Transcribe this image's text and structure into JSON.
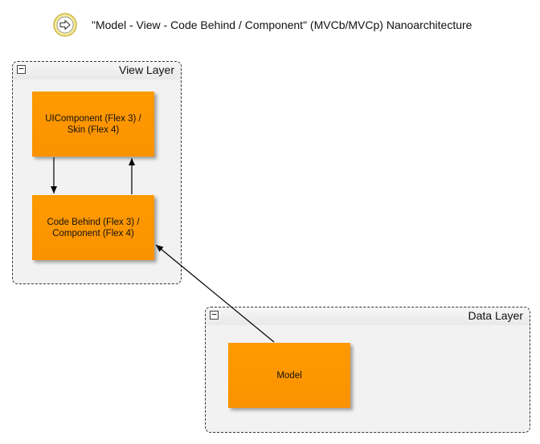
{
  "title": "\"Model - View - Code Behind / Component\" (MVCb/MVCp) Nanoarchitecture",
  "groups": {
    "view": {
      "label": "View Layer",
      "toggle": "−"
    },
    "data": {
      "label": "Data Layer",
      "toggle": "−"
    }
  },
  "nodes": {
    "uicomponent": "UIComponent (Flex 3) /\nSkin (Flex 4)",
    "codebehind": "Code Behind (Flex 3) /\nComponent (Flex 4)",
    "model": "Model"
  },
  "edges": [
    {
      "from": "uicomponent",
      "to": "codebehind"
    },
    {
      "from": "codebehind",
      "to": "uicomponent"
    },
    {
      "from": "model",
      "to": "codebehind"
    }
  ],
  "colors": {
    "node_fill": "#ff9800",
    "group_fill": "#f2f2f2",
    "icon_ring": "#e8d46a"
  }
}
